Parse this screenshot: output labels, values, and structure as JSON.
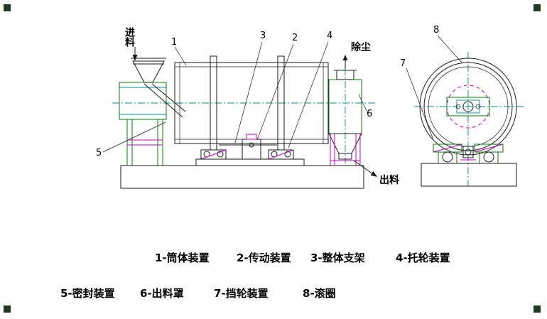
{
  "drawing": {
    "labels": {
      "feed": "进料",
      "dust_removal": "除尘",
      "discharge": "出料"
    },
    "part_numbers": {
      "n1": "1",
      "n2": "2",
      "n3": "3",
      "n4": "4",
      "n5": "5",
      "n6": "6",
      "n7": "7",
      "n8": "8"
    },
    "colors": {
      "line": "#1a1a1a",
      "green": "#008000",
      "magenta": "#c000c0",
      "teal": "#008b8b"
    }
  },
  "legend": {
    "row1": [
      "1-筒体装置",
      "2-传动装置",
      "3-整体支架",
      "4-托轮装置"
    ],
    "row2": [
      "5-密封装置",
      "6-出料罩",
      "7-挡轮装置",
      "8-滚圈"
    ]
  }
}
